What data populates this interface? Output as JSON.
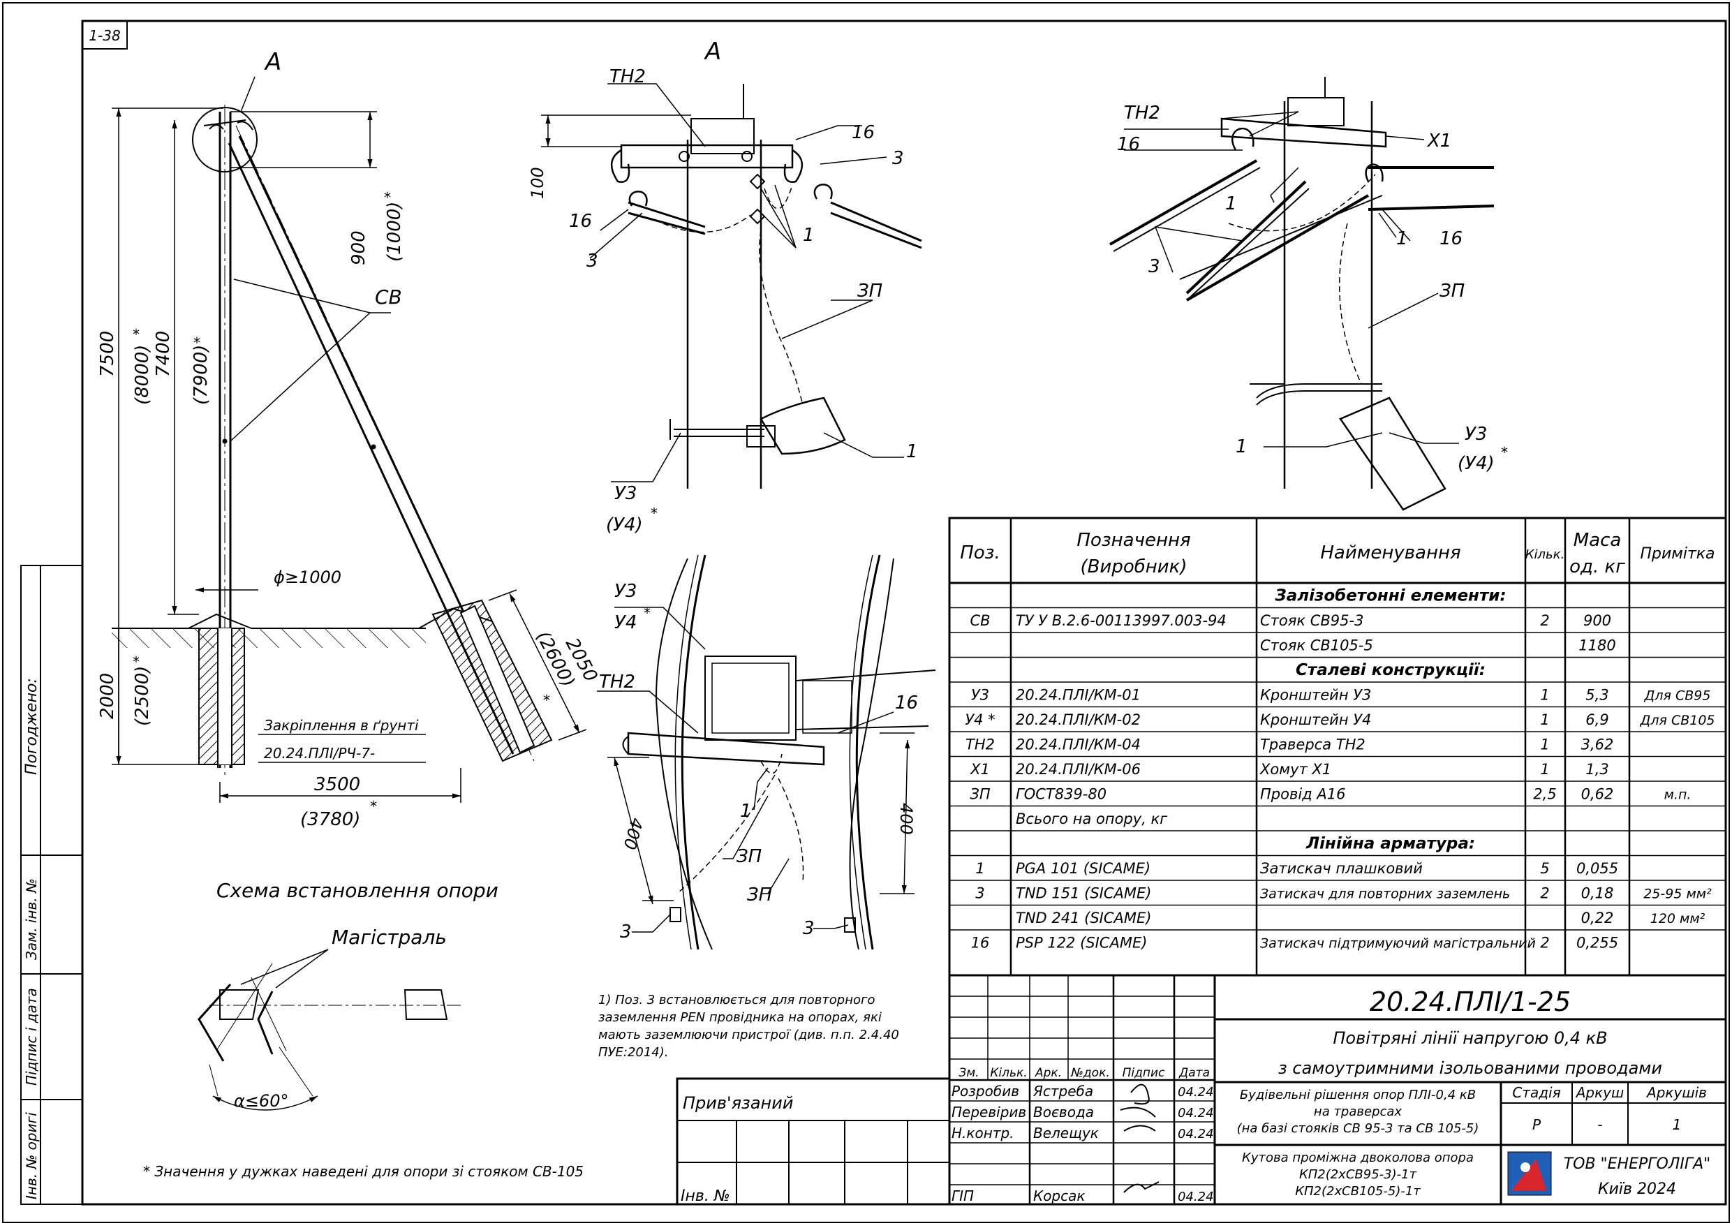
{
  "sheet_number": "1-38",
  "views": {
    "view_a_label": "А",
    "detail_a_label": "А",
    "scheme_title": "Схема встановлення опори",
    "mainline_label": "Магістраль",
    "angle_label": "α≤60°",
    "footnote_star": "* Значення у дужках наведені для опори зі стояком СВ-105",
    "note_lines": [
      "1) Поз. 3 встановлюється для повторного",
      "заземлення PEN провідника на опорах, які",
      "мають заземлюючи пристрої (див. п.п. 2.4.40",
      "ПУЕ:2014)."
    ],
    "anchoring_label": "Закріплення в ґрунті",
    "anchoring_doc": "20.24.ПЛІ/РЧ-7-",
    "dims": {
      "d7500": "7500",
      "d8000": "(8000)",
      "d7400": "7400",
      "d7900": "(7900)",
      "d900": "900",
      "d1000": "(1000)",
      "d2000": "2000",
      "d2500": "(2500)",
      "d3500": "3500",
      "d3780": "(3780)",
      "d2050": "2050",
      "d2600": "(2600)",
      "dphi": "ϕ≥1000",
      "d100": "100",
      "d400a": "400",
      "d400b": "400"
    },
    "callouts": {
      "cv": "СВ",
      "tn2": "ТН2",
      "p16": "16",
      "p3": "3",
      "p1": "1",
      "zp": "ЗП",
      "u3": "У3",
      "u4": "(У4)",
      "u4plain": "У4",
      "x1": "Х1",
      "star": "*"
    }
  },
  "spec_table": {
    "headers": [
      "Поз.",
      "Позначення",
      "(Виробник)",
      "Найменування",
      "Кільк.",
      "Маса",
      "од. кг",
      "Примітка"
    ],
    "sections": [
      "Залізобетонні елементи:",
      "Сталеві конструкції:",
      "Лінійна арматура:"
    ],
    "rows": [
      {
        "pos": "СВ",
        "code": "ТУ У В.2.6-00113997.003-94",
        "name": "Стояк СВ95-3",
        "qty": "2",
        "mass": "900",
        "note": ""
      },
      {
        "pos": "",
        "code": "",
        "name": "Стояк СВ105-5",
        "qty": "",
        "mass": "1180",
        "note": ""
      },
      {
        "pos": "У3",
        "code": "20.24.ПЛІ/КМ-01",
        "name": "Кронштейн У3",
        "qty": "1",
        "mass": "5,3",
        "note": "Для СВ95"
      },
      {
        "pos": "У4 *",
        "code": "20.24.ПЛІ/КМ-02",
        "name": "Кронштейн У4",
        "qty": "1",
        "mass": "6,9",
        "note": "Для СВ105"
      },
      {
        "pos": "ТН2",
        "code": "20.24.ПЛІ/КМ-04",
        "name": "Траверса ТН2",
        "qty": "1",
        "mass": "3,62",
        "note": ""
      },
      {
        "pos": "Х1",
        "code": "20.24.ПЛІ/КМ-06",
        "name": "Хомут Х1",
        "qty": "1",
        "mass": "1,3",
        "note": ""
      },
      {
        "pos": "ЗП",
        "code": "ГОСТ839-80",
        "name": "Провід А16",
        "qty": "2,5",
        "mass": "0,62",
        "note": "м.п."
      },
      {
        "pos": "",
        "code": "Всього на опору, кг",
        "name": "",
        "qty": "",
        "mass": "",
        "note": ""
      },
      {
        "pos": "1",
        "code": "PGA 101  (SICAME)",
        "name": "Затискач плашковий",
        "qty": "5",
        "mass": "0,055",
        "note": ""
      },
      {
        "pos": "3",
        "code": "TND 151  (SICAME)",
        "name": "Затискач для повторних заземлень",
        "qty": "2",
        "mass": "0,18",
        "note": "25-95 мм²"
      },
      {
        "pos": "",
        "code": "TND 241  (SICAME)",
        "name": "",
        "qty": "",
        "mass": "0,22",
        "note": "120 мм²"
      },
      {
        "pos": "16",
        "code": "PSP 122  (SICAME)",
        "name": "Затискач підтримуючий магістральний",
        "qty": "2",
        "mass": "0,255",
        "note": ""
      }
    ]
  },
  "title_block": {
    "doc_code": "20.24.ПЛІ/1-25",
    "title_line1": "Повітряні лінії напругою 0,4 кВ",
    "title_line2": "з самоутримними ізольованими проводами",
    "sheet_title": [
      "Будівельні рішення опор ПЛІ-0,4 кВ",
      "на траверсах",
      "(на базі стояків СВ 95-3 та СВ 105-5)"
    ],
    "drawing_title": [
      "Кутова проміжна двоколова опора",
      "КП2(2хСВ95-3)-1т",
      "КП2(2хСВ105-5)-1т"
    ],
    "col_headers": [
      "Зм.",
      "Кільк.",
      "Арк.",
      "№док.",
      "Підпис",
      "Дата"
    ],
    "stage_headers": [
      "Стадія",
      "Аркуш",
      "Аркушів"
    ],
    "stage_values": [
      "Р",
      "-",
      "1"
    ],
    "people": [
      {
        "role": "Розробив",
        "name": "Ястреба",
        "date": "04.24"
      },
      {
        "role": "Перевірив",
        "name": "Воєвода",
        "date": "04.24"
      },
      {
        "role": "Н.контр.",
        "name": "Велещук",
        "date": "04.24"
      },
      {
        "role": "ГІП",
        "name": "Корсак",
        "date": "04.24"
      }
    ],
    "company": "ТОВ \"ЕНЕРГОЛІГА\"",
    "city_year": "Київ 2024",
    "bound_label": "Прив'язаний",
    "inv_label": "Інв. №"
  },
  "side_stamps": [
    "Погоджено:",
    "Зам. інв. №",
    "Підпис і дата",
    "Інв. № оригі"
  ]
}
